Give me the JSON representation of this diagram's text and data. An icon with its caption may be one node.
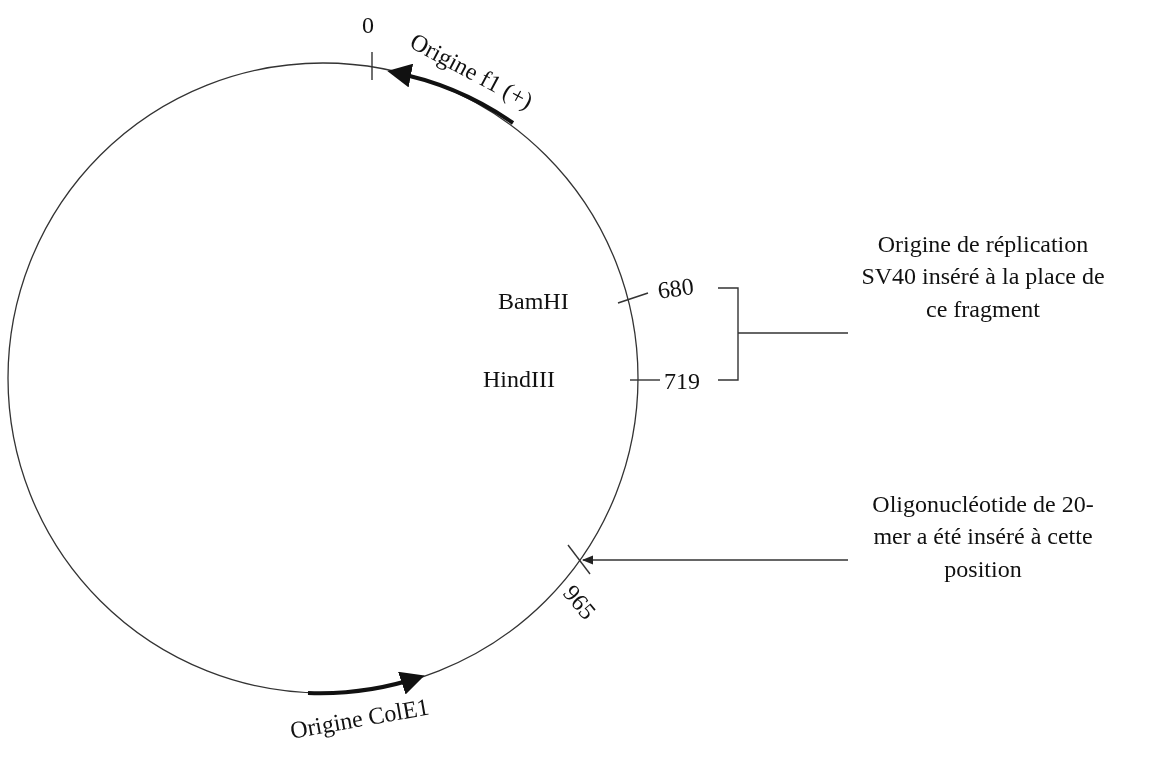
{
  "diagram": {
    "nodes": [
      {
        "text": [],
        "shape": "circle"
      },
      {
        "text": [
          "Origine de réplication SV40 inséré à la place de ce fragment"
        ]
      },
      {
        "text": [
          "Oligonucléotide de 20-mer a été inséré à cette position"
        ]
      },
      {
        "text": [],
        "shape": "bracket"
      }
    ],
    "edges": [
      {
        "from": 1,
        "to": 3,
        "arrow": "none"
      },
      {
        "from": 2,
        "to": 0,
        "arrow": "to"
      }
    ],
    "labels": [
      "0",
      "Origine f1 (+)",
      "BamHI",
      "680",
      "HindIII",
      "719",
      "965",
      "Origine ColE1"
    ]
  }
}
